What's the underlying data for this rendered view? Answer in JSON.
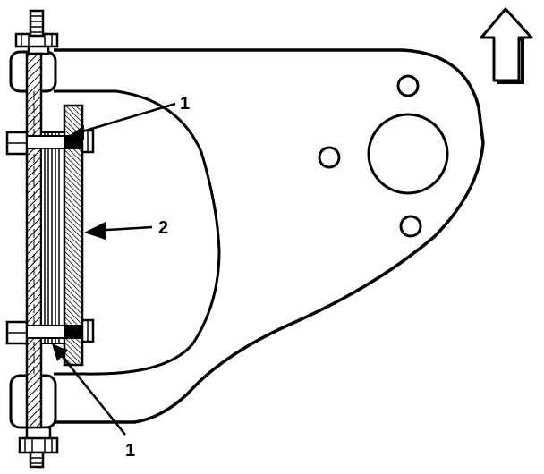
{
  "callouts": [
    {
      "id": "callout-1-top",
      "label": "1"
    },
    {
      "id": "callout-2",
      "label": "2"
    },
    {
      "id": "callout-1-bottom",
      "label": "1"
    }
  ],
  "colors": {
    "ink": "#000000",
    "paper": "#ffffff"
  },
  "icons": {
    "direction_arrow": "up-arrow-icon"
  }
}
